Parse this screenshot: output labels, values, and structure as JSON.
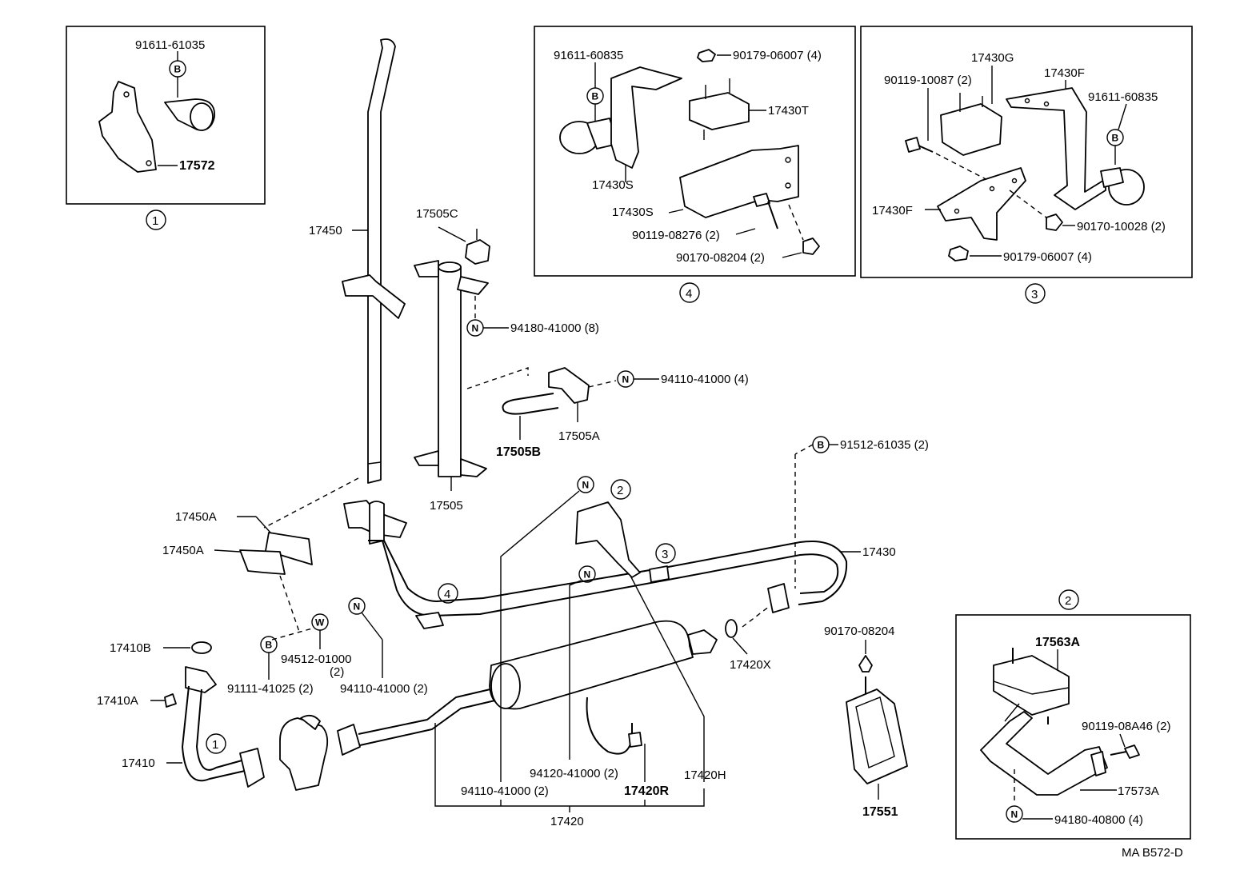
{
  "inset_1": {
    "number": "1",
    "labels": [
      "91611-61035",
      "17572"
    ],
    "symbols": [
      "B"
    ]
  },
  "inset_4": {
    "number": "4",
    "labels": [
      "91611-60835",
      "90179-06007 (4)",
      "17430T",
      "17430S",
      "17430S",
      "90119-08276 (2)",
      "90170-08204 (2)"
    ],
    "symbols": [
      "B"
    ]
  },
  "inset_3": {
    "number": "3",
    "labels": [
      "17430G",
      "90119-10087 (2)",
      "17430F",
      "91611-60835",
      "17430F",
      "90170-10028 (2)",
      "90179-06007 (4)"
    ],
    "symbols": [
      "B"
    ]
  },
  "inset_2": {
    "number": "2",
    "labels": [
      "17563A",
      "90119-08A46 (2)",
      "17573A",
      "94180-40800 (4)"
    ],
    "symbols": [
      "N"
    ]
  },
  "main": {
    "labels": [
      "17450",
      "17505C",
      "94180-41000 (8)",
      "94110-41000 (4)",
      "17505B",
      "17505A",
      "17505",
      "91512-61035 (2)",
      "17450A",
      "17450A",
      "17430",
      "94512-01000",
      "(2)",
      "91111-41025 (2)",
      "94110-41000 (2)",
      "17410B",
      "17410A",
      "17410",
      "17420X",
      "90170-08204",
      "94120-41000 (2)",
      "17420R",
      "17420H",
      "94110-41000 (2)",
      "17420",
      "17551"
    ],
    "markers": [
      "4",
      "1",
      "2",
      "3"
    ],
    "symbols": [
      "N",
      "N",
      "B",
      "N",
      "N",
      "N",
      "B",
      "W"
    ]
  },
  "footer": {
    "code": "MA B572-D"
  }
}
